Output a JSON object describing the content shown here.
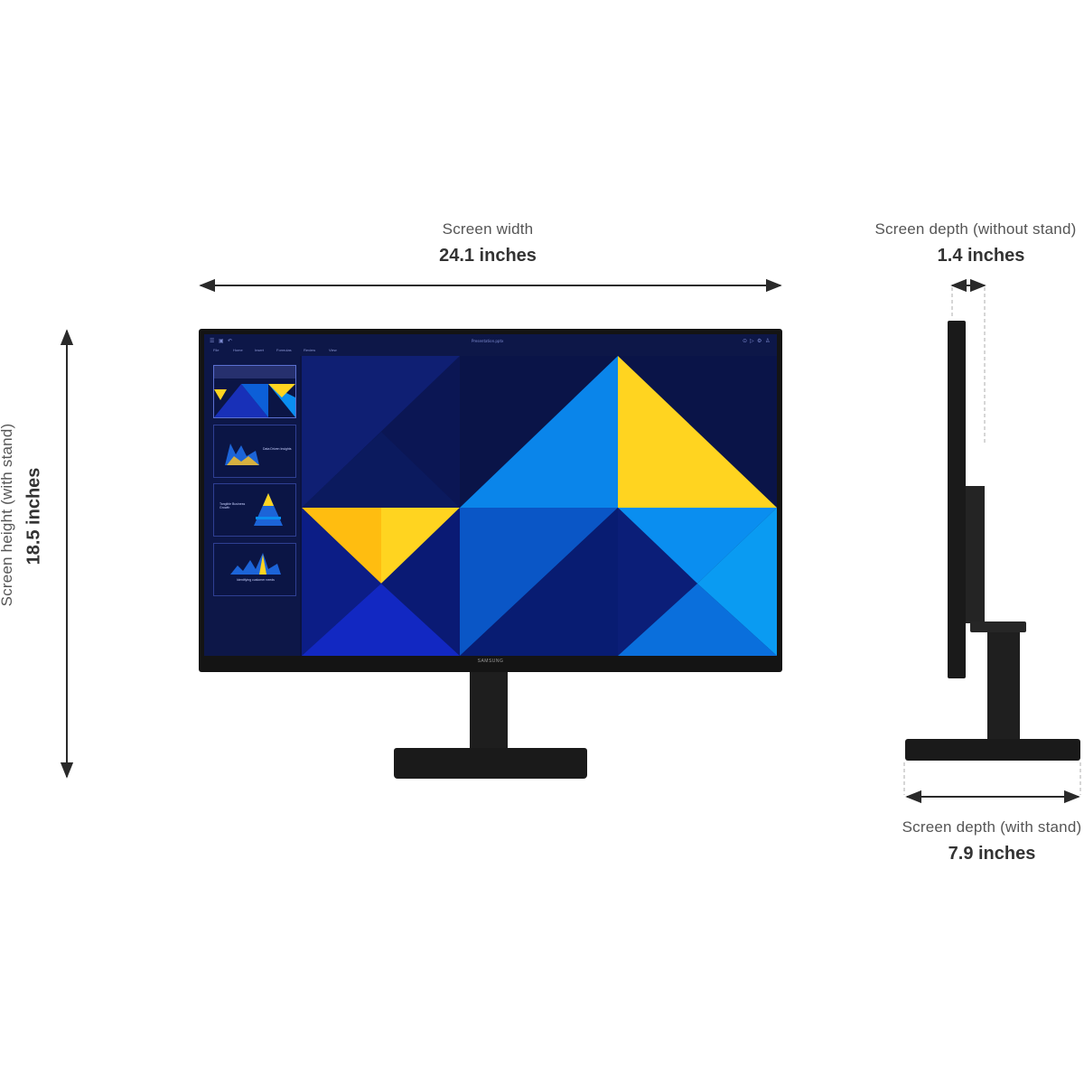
{
  "dimensions": {
    "width": {
      "label": "Screen width",
      "value": "24.1 inches"
    },
    "height": {
      "label": "Screen height (with stand)",
      "value": "18.5 inches"
    },
    "depth_without_stand": {
      "label": "Screen depth (without stand)",
      "value": "1.4 inches"
    },
    "depth_with_stand": {
      "label": "Screen depth (with stand)",
      "value": "7.9 inches"
    }
  },
  "screen_app": {
    "title": "Presentation.pptx",
    "menu": [
      "File",
      "Home",
      "Insert",
      "Formulas",
      "Review",
      "View"
    ],
    "thumbnails": [
      {
        "text": ""
      },
      {
        "text": "Data Driven Insights"
      },
      {
        "text": "Tangible Business Growth"
      },
      {
        "text": "Identifying customer needs"
      }
    ]
  },
  "brand": "SAMSUNG",
  "colors": {
    "arrow": "#2a2a2a",
    "monitor": "#141414",
    "yellow": "#ffd420",
    "light_blue": "#0a8ef0",
    "navy": "#0b1340"
  }
}
